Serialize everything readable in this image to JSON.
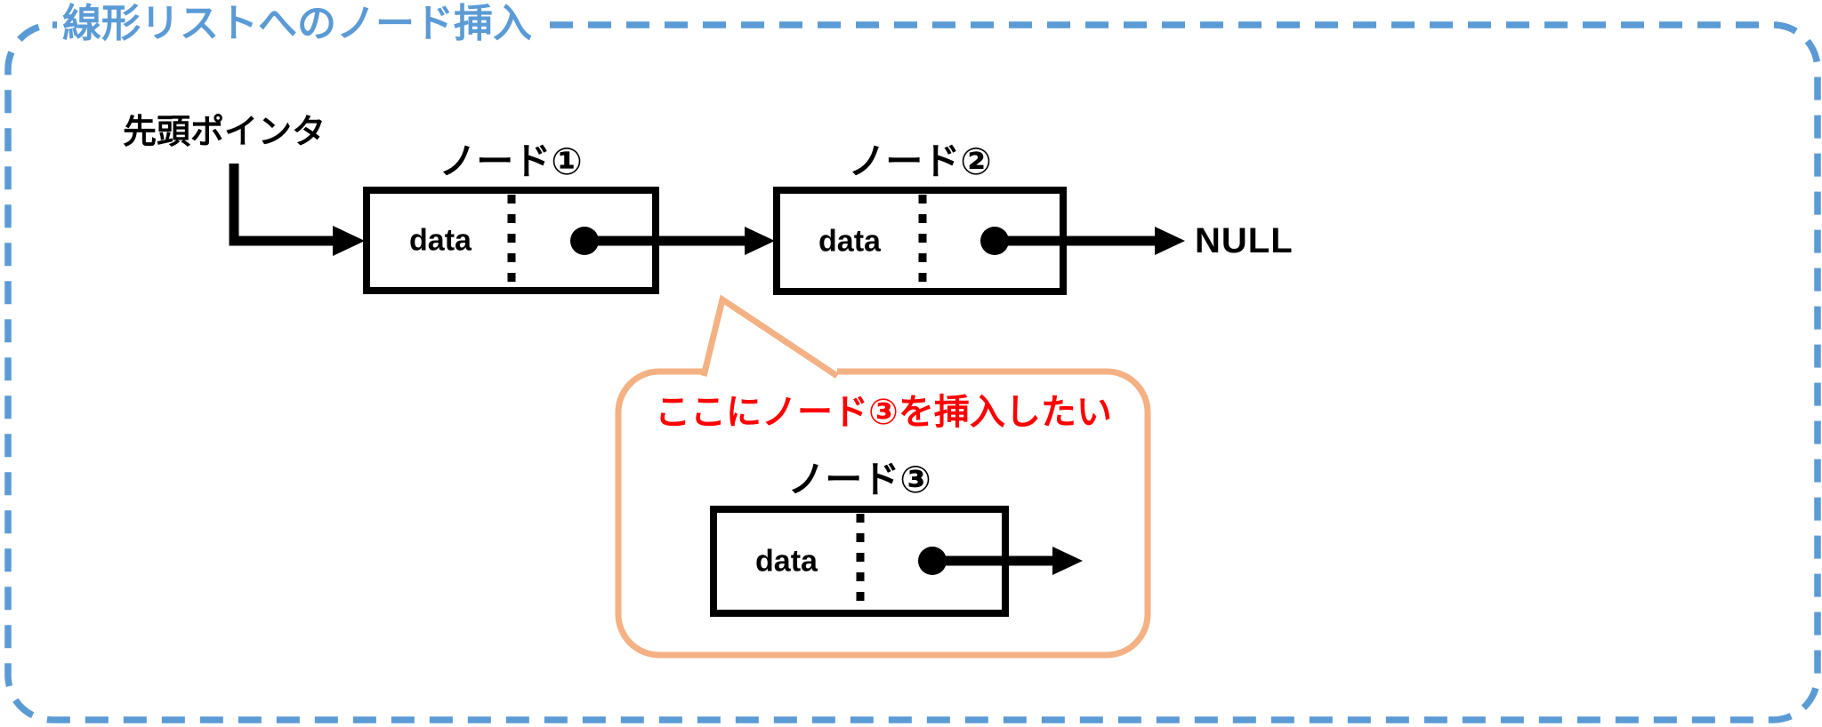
{
  "frame": {
    "title": "線形リストへのノード挿入",
    "border_color": "#5B9BD5",
    "border_style": "dashed-rounded-rectangle"
  },
  "colors": {
    "frame_blue": "#5B9BD5",
    "callout_peach": "#F4B183",
    "callout_text_red": "#FF0000",
    "diagram_black": "#000000",
    "background": "#FFFFFF"
  },
  "labels": {
    "head_pointer": "先頭ポインタ",
    "null": "NULL"
  },
  "nodes": [
    {
      "label": "ノード①",
      "data_label": "data"
    },
    {
      "label": "ノード②",
      "data_label": "data"
    },
    {
      "label": "ノード③",
      "data_label": "data"
    }
  ],
  "callout": {
    "text": "ここにノード③を挿入したい"
  }
}
